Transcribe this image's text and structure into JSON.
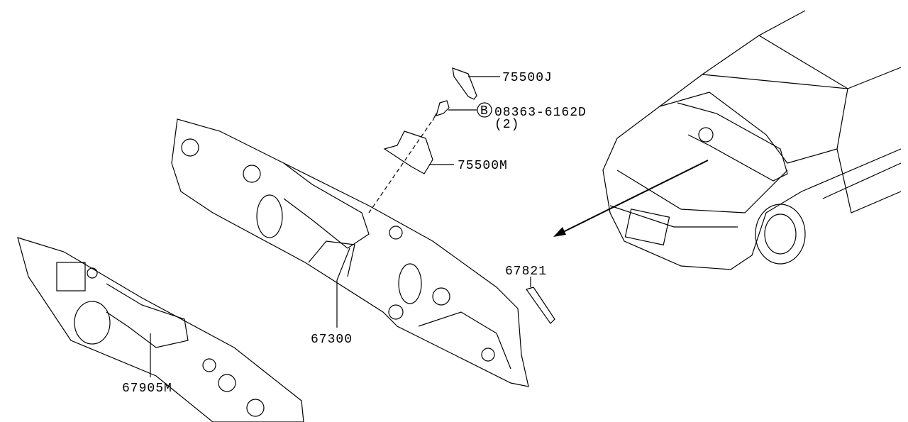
{
  "diagram": {
    "parts": [
      {
        "id": "part-75500j",
        "label": "75500J"
      },
      {
        "id": "part-bolt",
        "symbol": "B",
        "label": "08363-6162D",
        "qty": "(2)"
      },
      {
        "id": "part-75500m",
        "label": "75500M"
      },
      {
        "id": "part-67821",
        "label": "67821"
      },
      {
        "id": "part-67300",
        "label": "67300"
      },
      {
        "id": "part-67905m",
        "label": "67905M"
      }
    ]
  }
}
